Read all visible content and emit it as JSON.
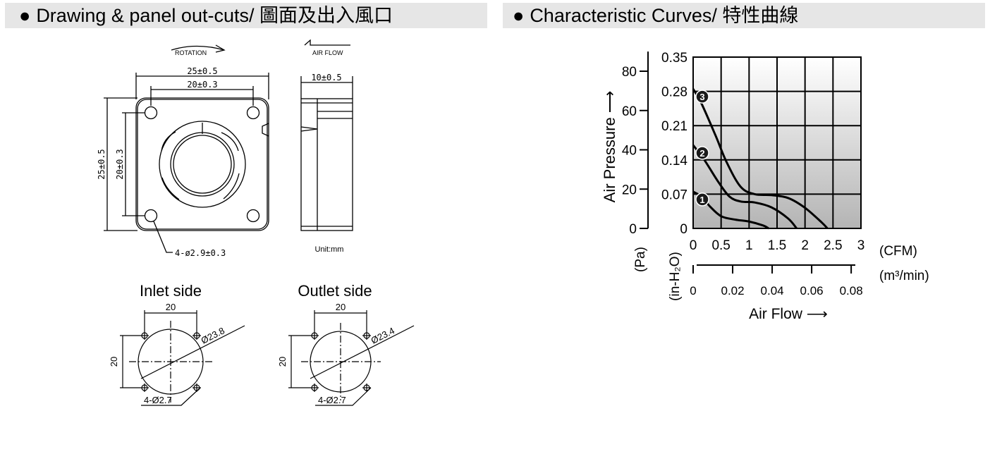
{
  "headers": {
    "drawing": "Drawing & panel out-cuts/ 圖面及出入風口",
    "curves": "Characteristic Curves/ 特性曲線",
    "bullet": "●"
  },
  "drawing": {
    "rotation": "ROTATION",
    "air_flow": "AIR FLOW",
    "dim_outer_width": "25±0.5",
    "dim_hole_spacing": "20±0.3",
    "dim_outer_height": "25±0.5",
    "dim_hole_spacing_v": "20±0.3",
    "dim_thickness": "10±0.5",
    "hole_callout": "4-ø2.9±0.3",
    "unit": "Unit:mm"
  },
  "panel_cutouts": {
    "inlet": {
      "title": "Inlet side",
      "spacing_h": "20",
      "spacing_v": "20",
      "diameter": "Ø23.8",
      "holes": "4-Ø2.7"
    },
    "outlet": {
      "title": "Outlet side",
      "spacing_h": "20",
      "spacing_v": "20",
      "diameter": "Ø23.4",
      "holes": "4-Ø2.7"
    }
  },
  "chart_data": {
    "type": "line",
    "ylabel": "Air Pressure ⟶",
    "xlabel": "Air Flow ⟶",
    "y_unit_pa": "(Pa)",
    "y_unit_inh2o": "(in-H₂O)",
    "x_unit_cfm": "(CFM)",
    "x_unit_m3": "(m³/min)",
    "xlim": [
      0,
      3
    ],
    "ylim": [
      0,
      0.35
    ],
    "x_ticks": [
      "0",
      "0.5",
      "1",
      "1.5",
      "2",
      "2.5",
      "3"
    ],
    "y_ticks_inh2o": [
      "0",
      "0.07",
      "0.14",
      "0.21",
      "0.28",
      "0.35"
    ],
    "y_ticks_pa": [
      "0",
      "20",
      "40",
      "60",
      "80"
    ],
    "x_ticks_m3": [
      "0",
      "0.02",
      "0.04",
      "0.06",
      "0.08"
    ],
    "grid": true,
    "series": [
      {
        "name": "1",
        "x": [
          0,
          0.15,
          0.3,
          0.5,
          0.75,
          1.0,
          1.25,
          1.35
        ],
        "y": [
          0.075,
          0.065,
          0.045,
          0.025,
          0.018,
          0.014,
          0.006,
          0
        ]
      },
      {
        "name": "2",
        "x": [
          0,
          0.2,
          0.45,
          0.65,
          0.85,
          1.1,
          1.4,
          1.7,
          1.85
        ],
        "y": [
          0.17,
          0.14,
          0.095,
          0.065,
          0.055,
          0.053,
          0.043,
          0.02,
          0
        ]
      },
      {
        "name": "3",
        "x": [
          0,
          0.15,
          0.4,
          0.6,
          0.85,
          1.1,
          1.4,
          1.7,
          2.0,
          2.3,
          2.4
        ],
        "y": [
          0.285,
          0.255,
          0.19,
          0.135,
          0.085,
          0.07,
          0.068,
          0.062,
          0.042,
          0.012,
          0
        ]
      }
    ]
  }
}
